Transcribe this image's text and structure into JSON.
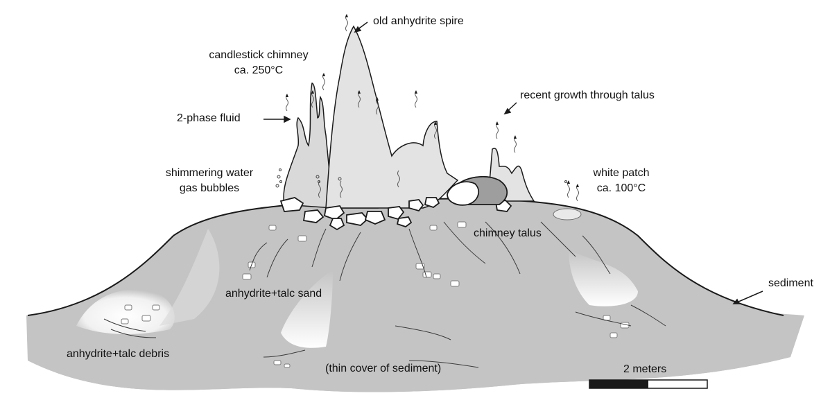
{
  "labels": {
    "old_spire": "old anhydrite spire",
    "candlestick_1": "candlestick chimney",
    "candlestick_2": "ca. 250°C",
    "recent_growth": "recent growth through talus",
    "two_phase": "2-phase fluid",
    "shimmering_1": "shimmering water",
    "shimmering_2": "gas bubbles",
    "white_patch_1": "white patch",
    "white_patch_2": "ca. 100°C",
    "chimney_talus": "chimney talus",
    "sediment": "sediment",
    "sand": "anhydrite+talc sand",
    "debris": "anhydrite+talc debris",
    "thin_cover": "(thin cover of sediment)",
    "scale": "2 meters"
  },
  "colors": {
    "mound": "#c4c4c4",
    "chimney": "#d9d9d9",
    "chimney_dark": "#b5b5b5",
    "outline": "#1a1a1a",
    "highlight": "#ffffff"
  }
}
